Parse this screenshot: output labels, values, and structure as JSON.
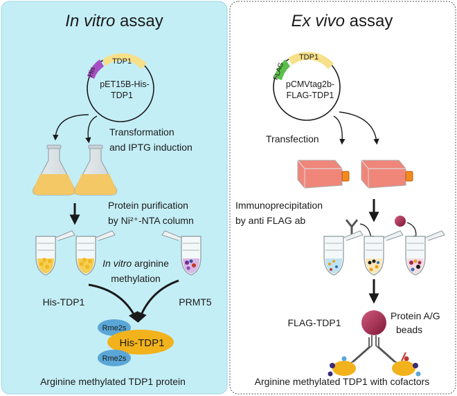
{
  "colors": {
    "left_panel_bg": "#c4eef6",
    "right_panel_bg": "#ffffff",
    "his_tag": "#a64fc4",
    "tdp1_tag": "#f7e08a",
    "flag_tag": "#5bbf4a",
    "culture_broth": "#f3c865",
    "cell_flask": "#f0867a",
    "protein_oval": "#f2b21b",
    "rme_oval": "#5aa6d6",
    "bead": "#a32a4d"
  },
  "left": {
    "title_italic": "In vitro",
    "title_rest": " assay",
    "plasmid": {
      "tag_top": "TDP1",
      "tag_side": "His",
      "line1": "pET15B-His-",
      "line2": "TDP1"
    },
    "transformation_1": "Transformation",
    "transformation_2": "and IPTG induction",
    "purification_1": "Protein purification",
    "purification_2": "by Ni²⁺-NTA column",
    "methylation_italic": "In vitro",
    "methylation_rest": " arginine",
    "methylation_2": "methylation",
    "his_tdp1": "His-TDP1",
    "prmt5": "PRMT5",
    "rme_top": "Rme2s",
    "protein_label": "His-TDP1",
    "rme_bottom": "Rme2s",
    "bottom_caption": "Arginine methylated TDP1 protein"
  },
  "right": {
    "title_italic": "Ex vivo",
    "title_rest": " assay",
    "plasmid": {
      "tag_top": "TDP1",
      "tag_side": "FLAG",
      "line1": "pCMVtag2b-",
      "line2": "FLAG-TDP1"
    },
    "transfection": "Transfection",
    "ip_1": "Immunoprecipitation",
    "ip_2": "by anti FLAG ab",
    "flag_tdp1": "FLAG-TDP1",
    "beads_1": "Protein A/G",
    "beads_2": "beads",
    "bottom_caption": "Arginine methylated TDP1 with cofactors"
  }
}
